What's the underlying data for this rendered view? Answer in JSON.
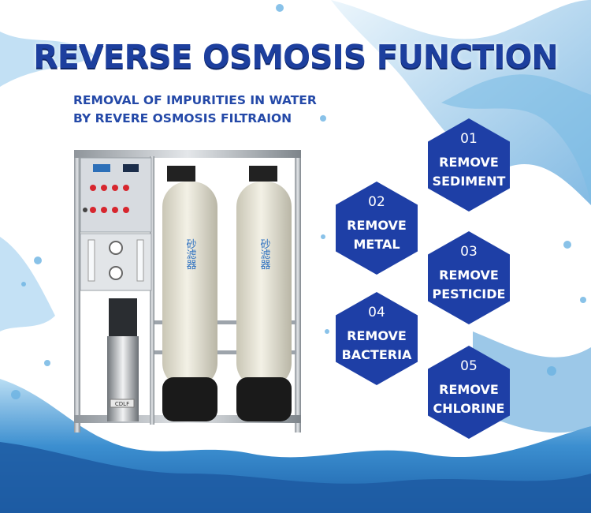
{
  "title": "REVERSE OSMOSIS FUNCTION",
  "subtitle": {
    "line1": "REMOVAL OF IMPURITIES IN WATER",
    "line2": "BY REVERE OSMOSIS FILTRAION"
  },
  "functions": [
    {
      "number": "01",
      "line1": "REMOVE",
      "line2": "SEDIMENT"
    },
    {
      "number": "02",
      "line1": "REMOVE",
      "line2": "METAL"
    },
    {
      "number": "03",
      "line1": "REMOVE",
      "line2": "PESTICIDE"
    },
    {
      "number": "04",
      "line1": "REMOVE",
      "line2": "BACTERIA"
    },
    {
      "number": "05",
      "line1": "REMOVE",
      "line2": "CHLORINE"
    }
  ],
  "machine": {
    "tank_label": "砂滤器",
    "pump_label": "CDLF"
  },
  "colors": {
    "brand_blue": "#1e3fa6",
    "water": "#3a8fd1"
  }
}
